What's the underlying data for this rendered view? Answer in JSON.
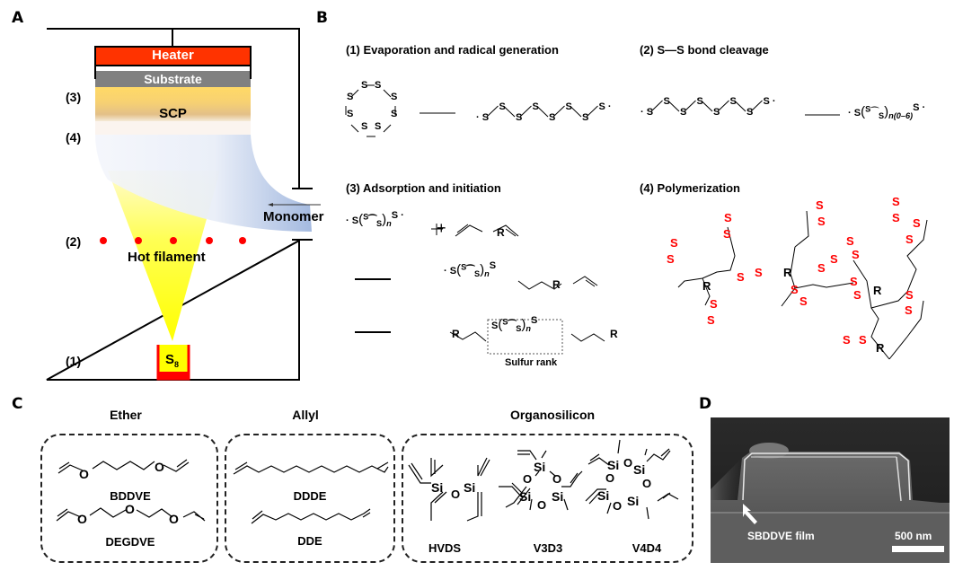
{
  "panels": {
    "A": {
      "label": "A",
      "heater": "Heater",
      "substrate": "Substrate",
      "scp": "SCP",
      "monomer": "Monomer",
      "hot_filament": "Hot filament",
      "source": "S",
      "source_sub": "8",
      "steps": [
        "(1)",
        "(2)",
        "(3)",
        "(4)"
      ],
      "colors": {
        "heater": "#ff3300",
        "substrate": "#808080",
        "scp": "#ffd966",
        "filament": "#ff0000",
        "monomer_gas": "#a6bde0",
        "vapor": "#ffff33"
      }
    },
    "B": {
      "label": "B",
      "step1_title": "(1) Evaporation and radical generation",
      "step2_title": "(2) S—S bond cleavage",
      "step3_title": "(3) Adsorption and initiation",
      "step4_title": "(4) Polymerization",
      "n_range": "n(0–6)",
      "n": "n",
      "R": "R",
      "S": "S",
      "plus": "+",
      "sulfur_rank": "Sulfur rank",
      "sulfur_color": "#ff0000"
    },
    "C": {
      "label": "C",
      "groups": [
        {
          "title": "Ether",
          "molecules": [
            "BDDVE",
            "DEGDVE"
          ]
        },
        {
          "title": "Allyl",
          "molecules": [
            "DDDE",
            "DDE"
          ]
        },
        {
          "title": "Organosilicon",
          "molecules": [
            "HVDS",
            "V3D3",
            "V4D4"
          ]
        }
      ],
      "O": "O",
      "Si": "Si"
    },
    "D": {
      "label": "D",
      "annotation": "SBDDVE film",
      "scale_bar": "500 nm"
    }
  }
}
